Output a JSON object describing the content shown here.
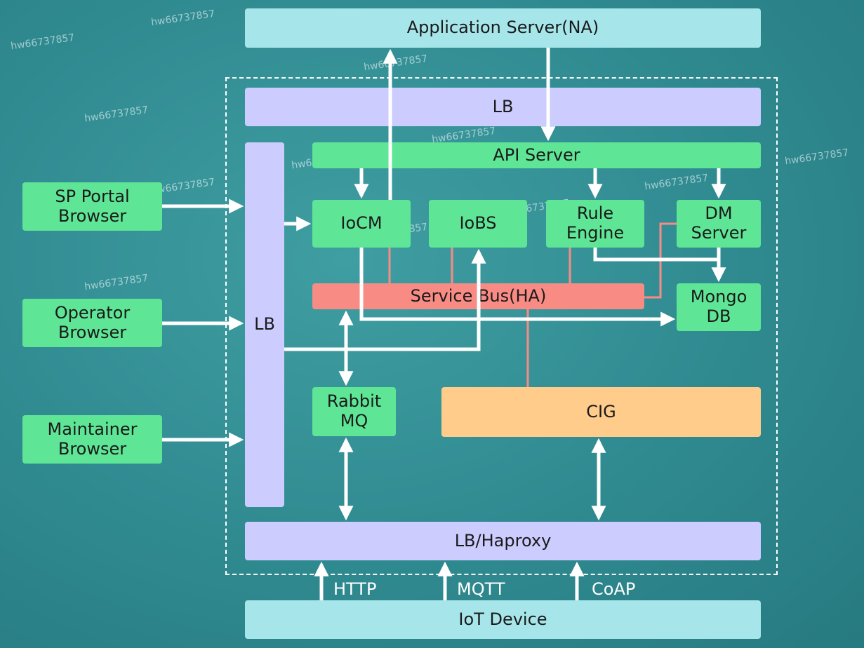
{
  "nodes": {
    "app_server": "Application Server(NA)",
    "lb_top": "LB",
    "lb_left": "LB",
    "api_server": "API Server",
    "iocm": "IoCM",
    "iobs": "IoBS",
    "rule_engine": "Rule\nEngine",
    "dm_server": "DM\nServer",
    "service_bus": "Service Bus(HA)",
    "mongo_db": "Mongo\nDB",
    "rabbit_mq": "Rabbit\nMQ",
    "cig": "CIG",
    "lb_haproxy": "LB/Haproxy",
    "iot_device": "IoT Device",
    "sp_portal": "SP Portal\nBrowser",
    "operator": "Operator\nBrowser",
    "maintainer": "Maintainer\nBrowser"
  },
  "protocols": {
    "http": "HTTP",
    "mqtt": "MQTT",
    "coap": "CoAP"
  },
  "watermark": "hw66737857",
  "colors": {
    "green": "#5ee696",
    "lavender": "#ccccff",
    "cyan": "#a6e6ea",
    "salmon": "#f88c85",
    "orange": "#ffcc8c",
    "arrow": "#ffffff",
    "link": "#f88c85"
  }
}
